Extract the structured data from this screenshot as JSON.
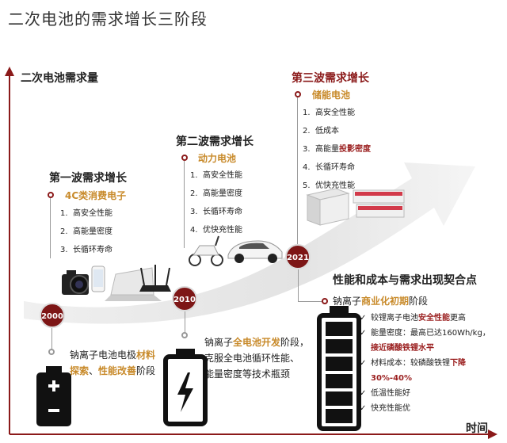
{
  "title": "二次电池的需求增长三阶段",
  "y_axis_label": "二次电池需求量",
  "x_axis_label": "时间",
  "wave1": {
    "title": "第一波需求增长",
    "category": "4C类消费电子",
    "features": [
      {
        "n": "1.",
        "text": "高安全性能"
      },
      {
        "n": "2.",
        "text": "高能量密度"
      },
      {
        "n": "3.",
        "text": "长循环寿命"
      }
    ]
  },
  "wave2": {
    "title": "第二波需求增长",
    "category": "动力电池",
    "features": [
      {
        "n": "1.",
        "text": "高安全性能"
      },
      {
        "n": "2.",
        "text": "高能量密度"
      },
      {
        "n": "3.",
        "text": "长循环寿命"
      },
      {
        "n": "4.",
        "text": "优快充性能"
      }
    ]
  },
  "wave3": {
    "title": "第三波需求增长",
    "category": "储能电池",
    "features": [
      {
        "n": "1.",
        "text": "高安全性能"
      },
      {
        "n": "2.",
        "text": "低成本"
      },
      {
        "n": "3.",
        "text": "高能量",
        "highlight": "投影密度"
      },
      {
        "n": "4.",
        "text": "长循环寿命"
      },
      {
        "n": "5.",
        "text": "优快充性能"
      }
    ]
  },
  "years": [
    "2000",
    "2010",
    "2021"
  ],
  "stage1": {
    "line1_a": "钠离子电池电极",
    "line1_hl": "材料",
    "line2_hl": "探索",
    "line2_b": "、",
    "line2_hl2": "性能改善",
    "line2_c": "阶段"
  },
  "stage2": {
    "line1_a": "钠离子",
    "line1_hl": "全电池开发",
    "line1_b": "阶段，",
    "line2": "克服全电池循环性能、",
    "line3": "能量密度等技术瓶颈"
  },
  "stage3": {
    "heading": "性能和成本与需求出现契合点",
    "line_a": "钠离子",
    "line_hl": "商业化初期",
    "line_b": "阶段",
    "checks": [
      {
        "a": "较锂离子电池",
        "hl": "安全性能",
        "b": "更高"
      },
      {
        "a": "能量密度：最高已达160Wh/kg，",
        "hl": "",
        "b": ""
      },
      {
        "a": "",
        "hl": "接近磷酸铁锂水平",
        "b": ""
      },
      {
        "a": "材料成本：较磷酸铁锂",
        "hl": "下降",
        "b": ""
      },
      {
        "a": "",
        "hl": "30%-40%",
        "b": ""
      },
      {
        "a": "低温性能好",
        "hl": "",
        "b": ""
      },
      {
        "a": "快充性能优",
        "hl": "",
        "b": ""
      }
    ],
    "check_marks": [
      "✓",
      "✓",
      "",
      "✓",
      "",
      "✓",
      "✓"
    ]
  },
  "colors": {
    "accent_red": "#7d1616",
    "accent_gold": "#c88a2a",
    "axis": "#8b1a1a"
  }
}
